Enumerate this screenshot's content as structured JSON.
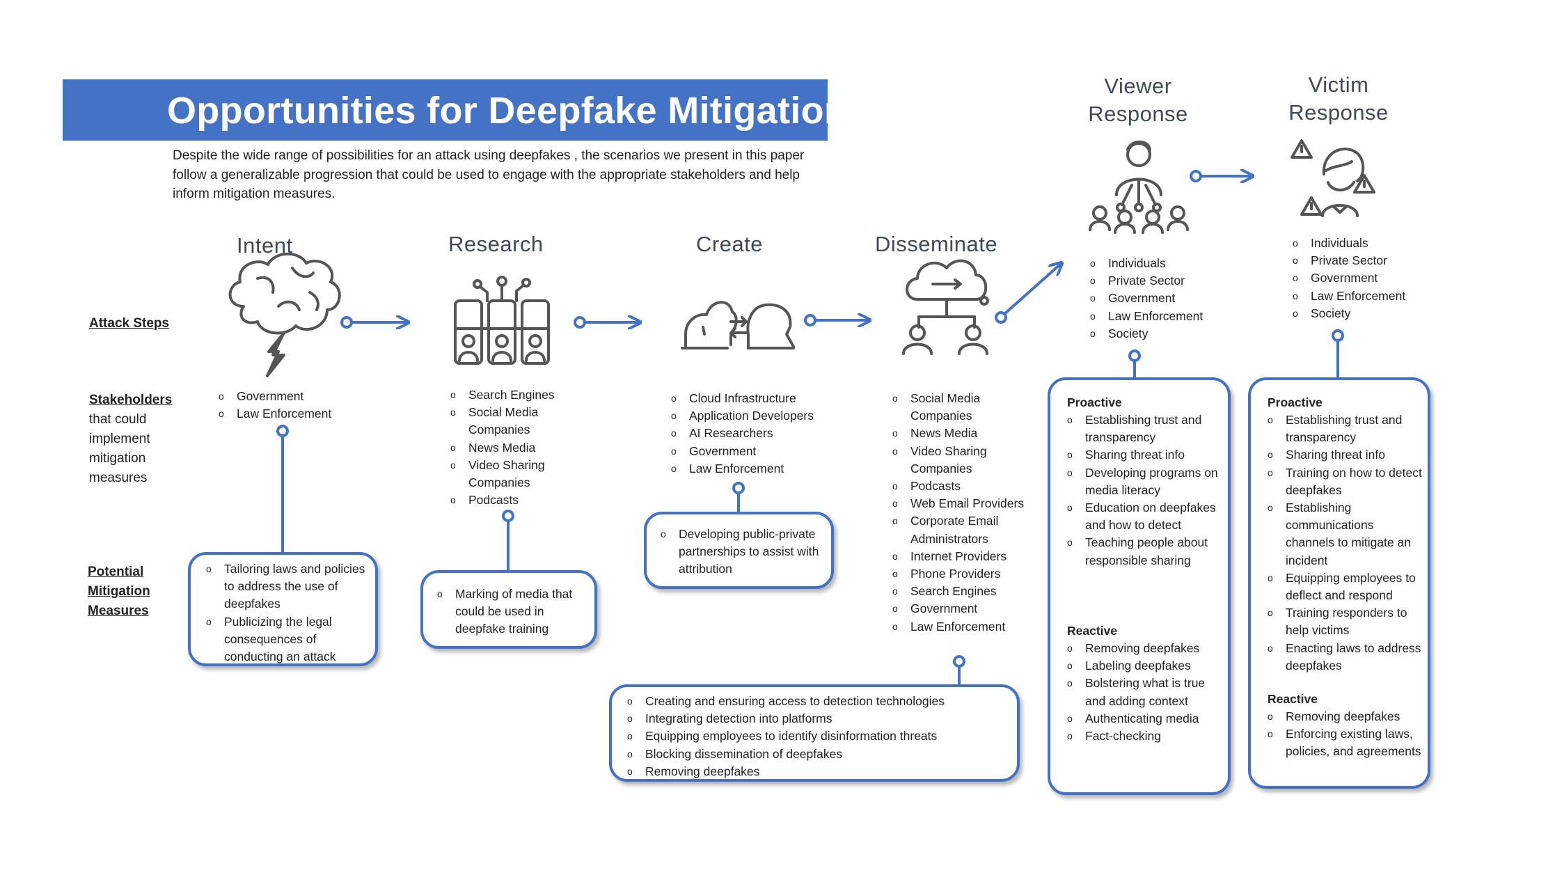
{
  "header": {
    "title": "Opportunities for Deepfake Mitigation",
    "intro": "Despite the wide range of possibilities for an attack using  deepfakes , the scenarios we present in this paper follow a generalizable progression that could be used to engage with the appropriate stakeholders and help inform mitigation measures."
  },
  "row_labels": {
    "attack_steps": "Attack Steps",
    "stakeholders_title": "Stakeholders",
    "stakeholders_rest": "that could implement mitigation measures",
    "potential_1": "Potential",
    "potential_2": "Mitigation",
    "potential_3": "Measures"
  },
  "stages": {
    "intent": "Intent",
    "research": "Research",
    "create": "Create",
    "disseminate": "Disseminate",
    "viewer_line1": "Viewer",
    "viewer_line2": "Response",
    "victim_line1": "Victim",
    "victim_line2": "Response"
  },
  "icons": [
    "brain-lightning-icon",
    "researchers-icon",
    "face-swap-icon",
    "cloud-distribution-icon",
    "audience-network-icon",
    "victim-warning-icon"
  ],
  "stakeholders": {
    "intent": [
      "Government",
      "Law Enforcement"
    ],
    "research": [
      "Search Engines",
      "Social Media Companies",
      "News Media",
      "Video Sharing Companies",
      "Podcasts"
    ],
    "create": [
      "Cloud Infrastructure",
      "Application Developers",
      "AI Researchers",
      "Government",
      "Law Enforcement"
    ],
    "disseminate": [
      "Social Media Companies",
      "News Media",
      "Video Sharing Companies",
      "Podcasts",
      "Web Email Providers",
      "Corporate Email Administrators",
      "Internet Providers",
      "Phone Providers",
      "Search Engines",
      "Government",
      "Law Enforcement"
    ],
    "viewer": [
      "Individuals",
      "Private Sector",
      "Government",
      "Law Enforcement",
      "Society"
    ],
    "victim": [
      "Individuals",
      "Private Sector",
      "Government",
      "Law Enforcement",
      "Society"
    ]
  },
  "mitigation": {
    "intent": [
      "Tailoring laws and policies to address the use of deepfakes",
      "Publicizing the legal consequences of conducting an attack"
    ],
    "research": [
      "Marking of media that could be used in deepfake training"
    ],
    "create": [
      "Developing public-private partnerships to assist with attribution"
    ],
    "disseminate": [
      "Creating and ensuring access to detection technologies",
      "Integrating detection into platforms",
      "Equipping employees to identify disinformation threats",
      "Blocking dissemination of deepfakes",
      "Removing deepfakes"
    ],
    "viewer": {
      "proactive_label": "Proactive",
      "proactive": [
        "Establishing trust and transparency",
        "Sharing threat info",
        "Developing programs on media literacy",
        "Education on deepfakes and how to detect",
        "Teaching people about responsible sharing"
      ],
      "reactive_label": "Reactive",
      "reactive": [
        "Removing deepfakes",
        "Labeling deepfakes",
        "Bolstering what is true and adding context",
        "Authenticating media",
        "Fact-checking"
      ]
    },
    "victim": {
      "proactive_label": "Proactive",
      "proactive": [
        "Establishing trust and transparency",
        "Sharing threat info",
        "Training on how to detect deepfakes",
        "Establishing communications channels to mitigate an incident",
        "Equipping employees to deflect and respond",
        "Training responders to help victims",
        "Enacting laws to address deepfakes"
      ],
      "reactive_label": "Reactive",
      "reactive": [
        "Removing deepfakes",
        "Enforcing existing laws, policies, and agreements"
      ]
    }
  },
  "colors": {
    "accent": "#4472c4",
    "icon": "#555555",
    "text": "#222222"
  }
}
